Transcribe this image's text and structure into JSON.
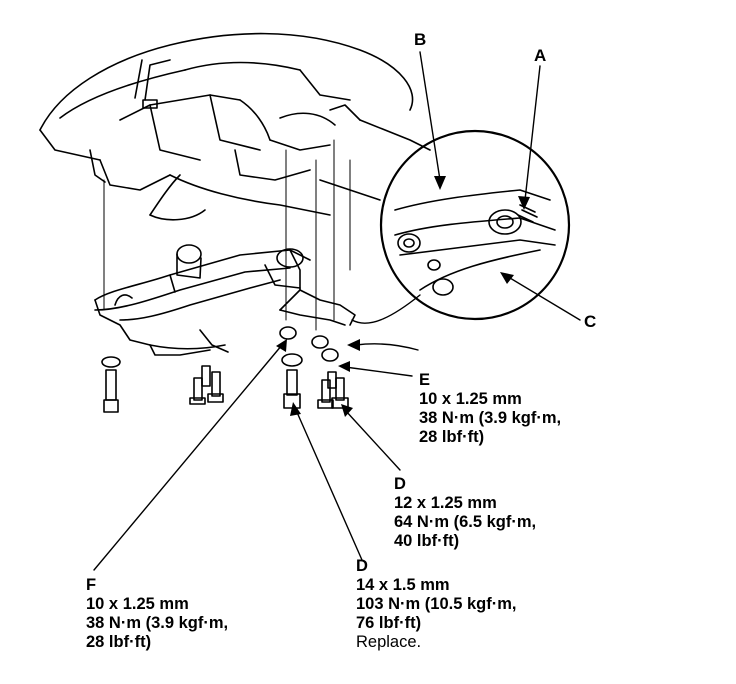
{
  "labels": {
    "A": "A",
    "B": "B",
    "C": "C"
  },
  "callouts": {
    "E": {
      "letter": "E",
      "size": "10 x 1.25 mm",
      "torque": "38 N·m (3.9 kgf·m,",
      "torque2": "28 lbf·ft)"
    },
    "D_upper": {
      "letter": "D",
      "size": "12 x 1.25 mm",
      "torque": "64 N·m (6.5 kgf·m,",
      "torque2": "40 lbf·ft)"
    },
    "D_lower": {
      "letter": "D",
      "size": "14 x 1.5 mm",
      "torque": "103 N·m (10.5 kgf·m,",
      "torque2": "76 lbf·ft)",
      "note": "Replace."
    },
    "F": {
      "letter": "F",
      "size": "10 x 1.25 mm",
      "torque": "38 N·m (3.9 kgf·m,",
      "torque2": "28 lbf·ft)"
    }
  }
}
